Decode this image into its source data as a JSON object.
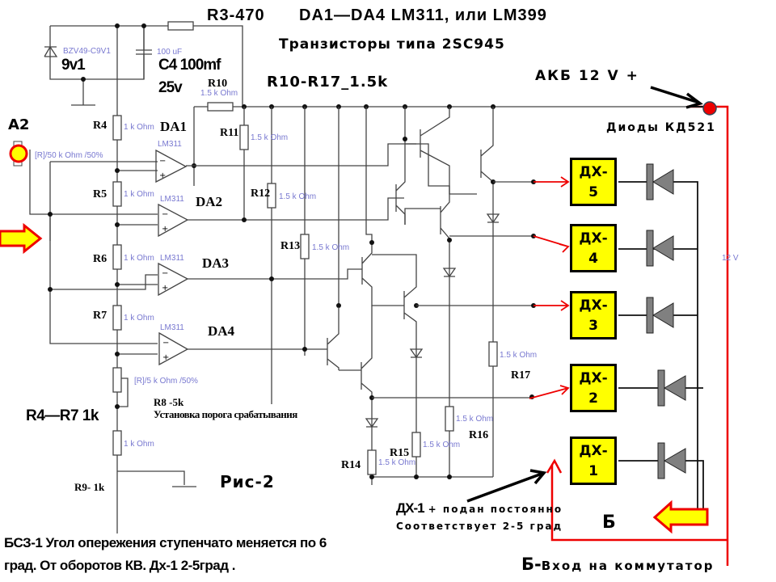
{
  "titles": {
    "r3": "R3-470",
    "comparators": "DA1—DA4  LM311, или LM399",
    "transistors": "Транзисторы типа 2SC945",
    "r10_r17": "R10-R17_1.5k",
    "battery": "АКБ  12 V  +",
    "diodes": "Диоды КД521",
    "figure": "Рис-2"
  },
  "power": {
    "zener_model": "BZV49-C9V1",
    "zener_label": "9v1",
    "cap_value": "100 uF",
    "cap_label": "C4 100mf",
    "cap_voltage": "25v",
    "rail_voltage": "12 V"
  },
  "sensor": {
    "label": "A2",
    "value": "[R]/50 k Ohm /50%"
  },
  "resistors": {
    "r4": {
      "name": "R4",
      "value": "1 k Ohm"
    },
    "r5": {
      "name": "R5",
      "value": "1 k Ohm"
    },
    "r6": {
      "name": "R6",
      "value": "1 k Ohm"
    },
    "r7": {
      "name": "R7",
      "value": "1 k Ohm"
    },
    "r8": {
      "value": "[R]/5 k Ohm /50%",
      "label": "R8 -5k",
      "note": "Установка порога срабатывания"
    },
    "r9": {
      "value": "1 k Ohm",
      "label": "R9- 1k"
    },
    "r4_r7": "R4—R7 1k",
    "r10": {
      "name": "R10",
      "value": "1.5 k Ohm"
    },
    "r11": {
      "name": "R11",
      "value": "1.5 k Ohm"
    },
    "r12": {
      "name": "R12",
      "value": "1.5 k Ohm"
    },
    "r13": {
      "name": "R13",
      "value": "1.5 k Ohm"
    },
    "r14": {
      "name": "R14",
      "value": "1.5 k Ohm"
    },
    "r15": {
      "name": "R15",
      "value": "1.5 k Ohm"
    },
    "r16": {
      "name": "R16",
      "value": "1.5 k Ohm"
    },
    "r17": {
      "name": "R17",
      "value": "1.5 k Ohm"
    }
  },
  "comparators": [
    {
      "name": "DA1",
      "model": "LM311"
    },
    {
      "name": "DA2",
      "model": "LM311"
    },
    {
      "name": "DA3",
      "model": "LM311"
    },
    {
      "name": "DA4",
      "model": "LM311"
    }
  ],
  "sensors_dx": [
    {
      "line1": "ДХ-",
      "line2": "5"
    },
    {
      "line1": "ДХ-",
      "line2": "4"
    },
    {
      "line1": "ДХ-",
      "line2": "3"
    },
    {
      "line1": "ДХ-",
      "line2": "2"
    },
    {
      "line1": "ДХ-",
      "line2": "1"
    }
  ],
  "notes": {
    "dx1_prefix": "ДХ-1",
    "dx1_text": "+ подан постоянно",
    "dx1_line2": "Соответствует 2-5 град",
    "b_mark": "Б",
    "b_prefix": "Б-",
    "b_text": "Вход на коммутатор",
    "bottom_line1": "БСЗ-1 Угол опережения  ступенчато меняется по 6",
    "bottom_line2": "град. От оборотов КВ.  Дх-1  2-5град ."
  },
  "colors": {
    "wire": "#444444",
    "highlight": "#ff0000",
    "block": "#ffff00",
    "value_text": "#7878d0",
    "diode_fill": "#808080"
  }
}
